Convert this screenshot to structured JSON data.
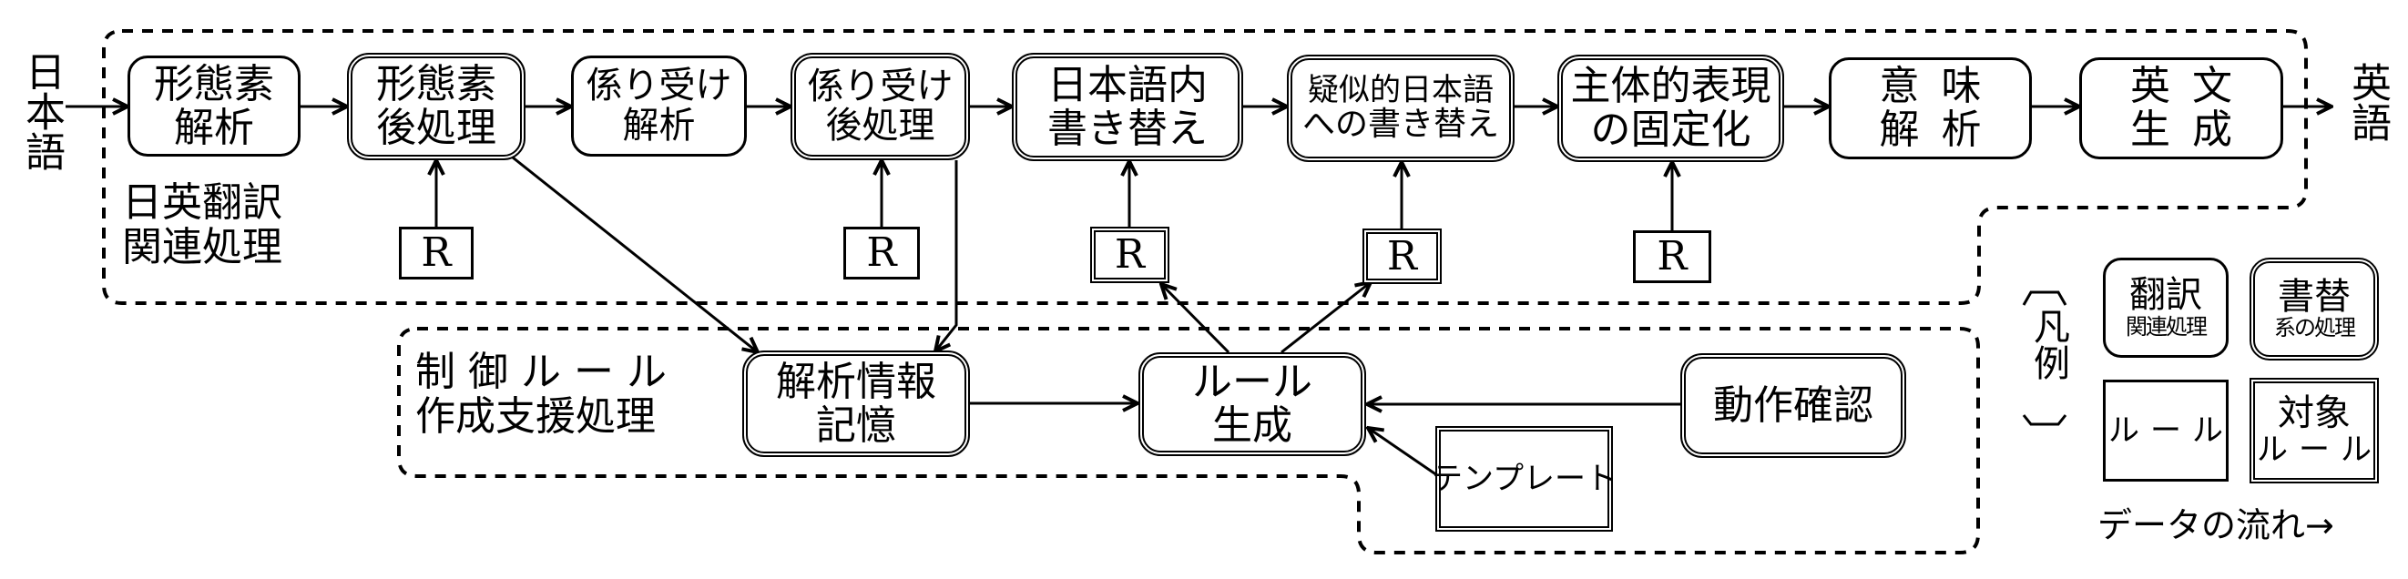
{
  "diagram": {
    "input_label": "日本語",
    "output_label": "英語",
    "regions": {
      "translation": {
        "title_lines": [
          "日英翻訳",
          "関連処理"
        ]
      },
      "rule_support": {
        "title_lines": [
          "制御ルール",
          "作成支援処理"
        ]
      }
    },
    "pipeline": [
      {
        "id": "morph-analysis",
        "lines": [
          "形態素",
          "解析"
        ],
        "style": "translation"
      },
      {
        "id": "morph-post",
        "lines": [
          "形態素",
          "後処理"
        ],
        "style": "rewrite",
        "rule": "R"
      },
      {
        "id": "dep-analysis",
        "lines": [
          "係り受け",
          "解析"
        ],
        "style": "translation"
      },
      {
        "id": "dep-post",
        "lines": [
          "係り受け",
          "後処理"
        ],
        "style": "rewrite",
        "rule": "R"
      },
      {
        "id": "ja-rewrite",
        "lines": [
          "日本語内",
          "書き替え"
        ],
        "style": "rewrite",
        "rule": "R",
        "rule_style": "target"
      },
      {
        "id": "pseudo-ja-rewrite",
        "lines": [
          "疑似的日本語",
          "への書き替え"
        ],
        "style": "rewrite",
        "rule": "R",
        "rule_style": "target"
      },
      {
        "id": "subject-fix",
        "lines": [
          "主体的表現",
          "の固定化"
        ],
        "style": "rewrite",
        "rule": "R"
      },
      {
        "id": "semantic-analysis",
        "lines": [
          "意味",
          "解析"
        ],
        "style": "translation"
      },
      {
        "id": "en-generation",
        "lines": [
          "英文",
          "生成"
        ],
        "style": "translation"
      }
    ],
    "support": {
      "analysis_store": {
        "lines": [
          "解析情報",
          "記憶"
        ]
      },
      "rule_generation": {
        "lines": [
          "ルール",
          "生成"
        ]
      },
      "operation_check": {
        "lines": [
          "動作確認"
        ]
      },
      "template": {
        "lines": [
          "テンプレート"
        ]
      }
    },
    "flows": [
      {
        "from": "形態素後処理",
        "to": "解析情報記憶"
      },
      {
        "from": "係り受け後処理",
        "to": "解析情報記憶"
      },
      {
        "from": "解析情報記憶",
        "to": "ルール生成"
      },
      {
        "from": "ルール生成",
        "to": "日本語内書き替え R"
      },
      {
        "from": "ルール生成",
        "to": "疑似的日本語への書き替え R"
      },
      {
        "from": "動作確認",
        "to": "ルール生成"
      },
      {
        "from": "テンプレート",
        "to": "ルール生成"
      }
    ],
    "legend": {
      "title": "凡例",
      "translation_node": [
        "翻訳",
        "関連処理"
      ],
      "rewrite_node": [
        "書替",
        "系の処理"
      ],
      "rule": [
        "ルール"
      ],
      "target_rule": [
        "対象",
        "ルール"
      ],
      "data_flow": "データの流れ→"
    }
  }
}
